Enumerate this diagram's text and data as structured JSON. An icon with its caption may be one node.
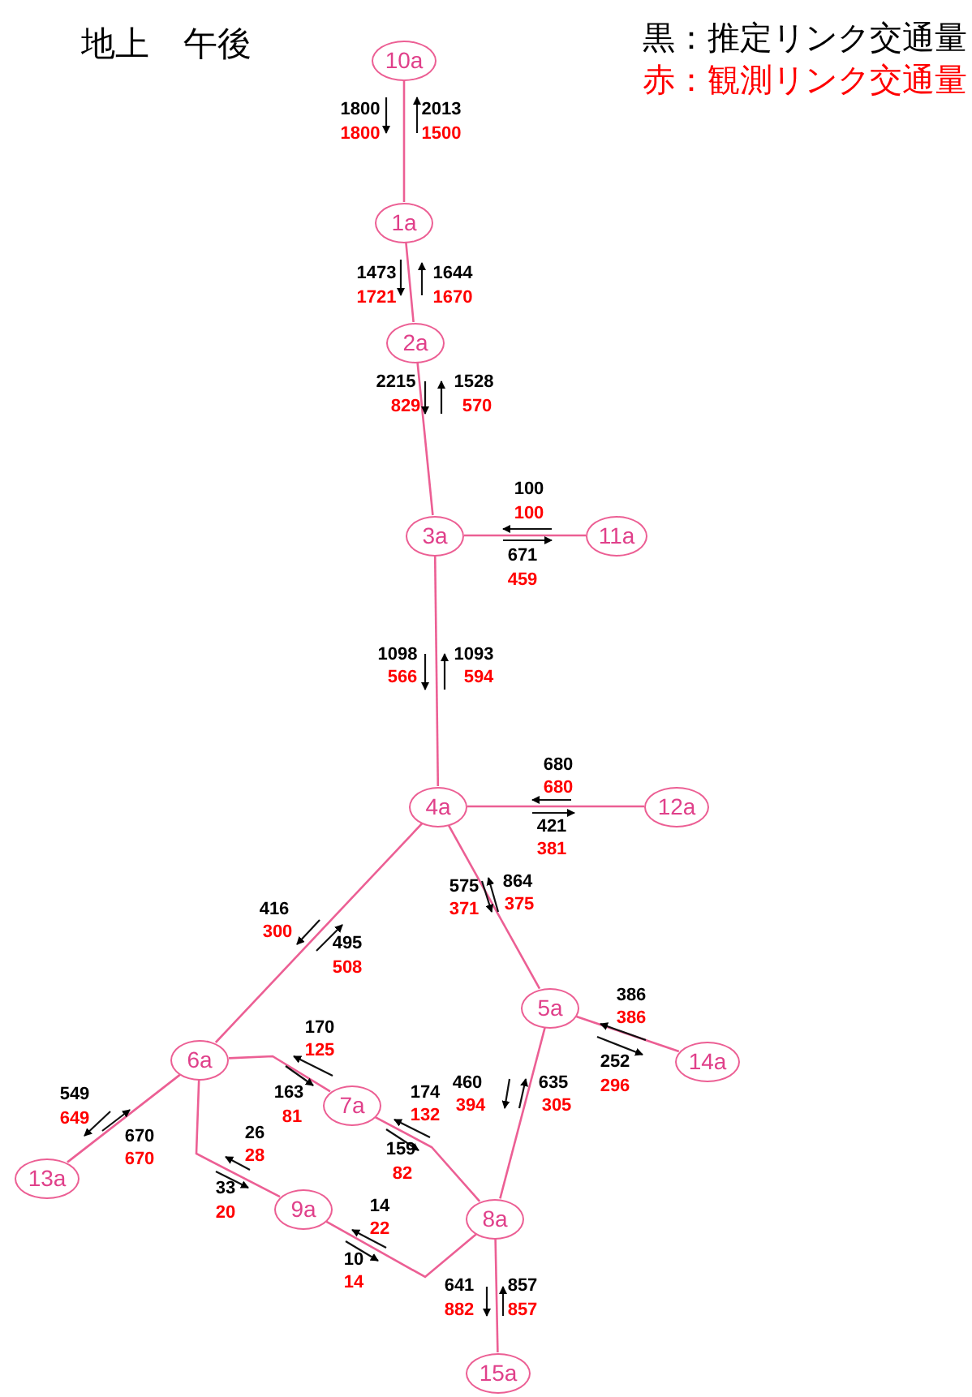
{
  "diagram": {
    "title": "地上　午後",
    "nodes": [
      {
        "text": [
          "10a"
        ]
      },
      {
        "text": [
          "1a"
        ]
      },
      {
        "text": [
          "2a"
        ]
      },
      {
        "text": [
          "3a"
        ]
      },
      {
        "text": [
          "11a"
        ]
      },
      {
        "text": [
          "4a"
        ]
      },
      {
        "text": [
          "12a"
        ]
      },
      {
        "text": [
          "5a"
        ]
      },
      {
        "text": [
          "14a"
        ]
      },
      {
        "text": [
          "6a"
        ]
      },
      {
        "text": [
          "7a"
        ]
      },
      {
        "text": [
          "13a"
        ]
      },
      {
        "text": [
          "9a"
        ]
      },
      {
        "text": [
          "8a"
        ]
      },
      {
        "text": [
          "15a"
        ]
      }
    ],
    "edges": [
      {
        "from": 0,
        "to": 1,
        "arrow": "none"
      },
      {
        "from": 1,
        "to": 2,
        "arrow": "none"
      },
      {
        "from": 2,
        "to": 3,
        "arrow": "none"
      },
      {
        "from": 3,
        "to": 4,
        "arrow": "none"
      },
      {
        "from": 3,
        "to": 5,
        "arrow": "none"
      },
      {
        "from": 5,
        "to": 6,
        "arrow": "none"
      },
      {
        "from": 5,
        "to": 9,
        "arrow": "none"
      },
      {
        "from": 5,
        "to": 7,
        "arrow": "none"
      },
      {
        "from": 7,
        "to": 8,
        "arrow": "none"
      },
      {
        "from": 7,
        "to": 13,
        "arrow": "none"
      },
      {
        "from": 9,
        "to": 11,
        "arrow": "none"
      },
      {
        "from": 9,
        "to": 10,
        "arrow": "none"
      },
      {
        "from": 9,
        "to": 12,
        "arrow": "none"
      },
      {
        "from": 10,
        "to": 13,
        "arrow": "none"
      },
      {
        "from": 12,
        "to": 13,
        "arrow": "none"
      },
      {
        "from": 13,
        "to": 14,
        "arrow": "none"
      }
    ],
    "labels": [
      "黒：推定リンク交通量",
      "赤：観測リンク交通量",
      "1800",
      "2013",
      "1800",
      "1500",
      "1473",
      "1644",
      "1721",
      "1670",
      "2215",
      "1528",
      "829",
      "570",
      "100",
      "100",
      "671",
      "459",
      "1098",
      "1093",
      "566",
      "594",
      "680",
      "680",
      "421",
      "381",
      "575",
      "864",
      "416",
      "371",
      "375",
      "300",
      "495",
      "508",
      "170",
      "125",
      "163",
      "81",
      "549",
      "649",
      "670",
      "670",
      "26",
      "28",
      "33",
      "20",
      "174",
      "132",
      "159",
      "82",
      "14",
      "22",
      "10",
      "14",
      "460",
      "635",
      "394",
      "305",
      "386",
      "386",
      "252",
      "296",
      "641",
      "857",
      "882",
      "857"
    ]
  }
}
